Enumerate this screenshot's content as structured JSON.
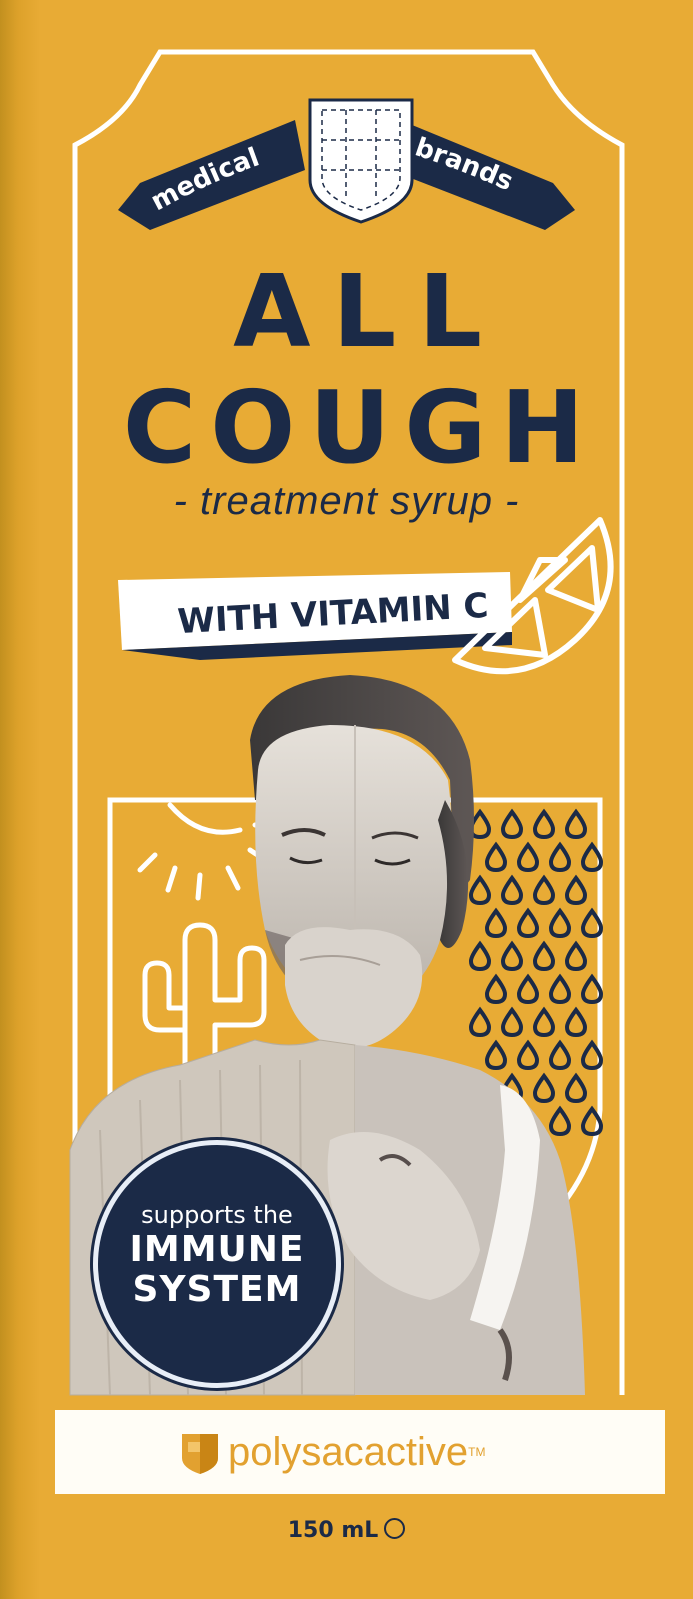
{
  "colors": {
    "background": "#e8ab35",
    "navy": "#1b2a47",
    "white": "#ffffff",
    "brand_orange": "#e2a130"
  },
  "brand": {
    "ribbon_left": "medical",
    "ribbon_right": "brands"
  },
  "product": {
    "name_line1": "ALL",
    "name_line2": "COUGH",
    "subtitle": "- treatment syrup -",
    "banner": "WITH VITAMIN C"
  },
  "badge": {
    "line1": "supports the",
    "line2": "IMMUNE",
    "line3": "SYSTEM"
  },
  "footer": {
    "logo_text": "polysacactive",
    "trademark": "TM"
  },
  "volume": "150 mL",
  "icons": [
    "shield-icon",
    "lemon-slice-icon",
    "sun-icon",
    "cactus-icon",
    "drop-pattern-icon",
    "estimated-sign-icon",
    "brand-shield-icon"
  ],
  "photo": {
    "description": "split-face photo of man and woman coughing",
    "icon": "coughing-person-photo"
  }
}
